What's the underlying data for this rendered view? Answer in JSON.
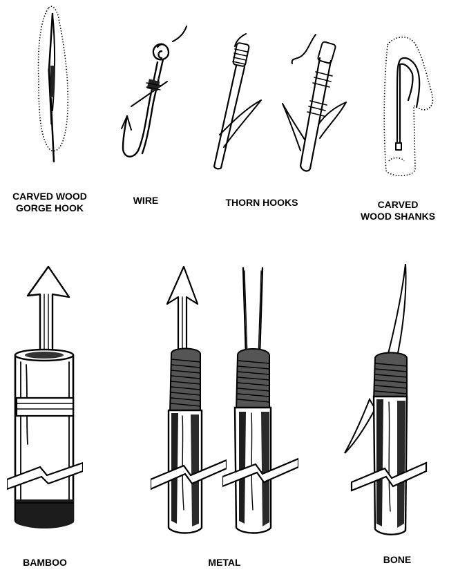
{
  "labels": {
    "carved_wood_gorge_hook": [
      "CARVED WOOD",
      "GORGE HOOK"
    ],
    "wire": "WIRE",
    "thorn_hooks": "THORN HOOKS",
    "carved_wood_shanks": [
      "CARVED",
      "WOOD SHANKS"
    ],
    "bamboo": "BAMBOO",
    "metal": "METAL",
    "bone": "BONE"
  },
  "colors": {
    "ink": "#000000",
    "paper": "#ffffff",
    "shade": "#2a2a2a"
  },
  "icons": [
    "gorge-hook-illustration",
    "wire-hook-illustration",
    "thorn-hook-illustration",
    "carved-shank-hook-illustration",
    "bamboo-spear-illustration",
    "metal-spear-illustration",
    "bone-spear-illustration"
  ]
}
